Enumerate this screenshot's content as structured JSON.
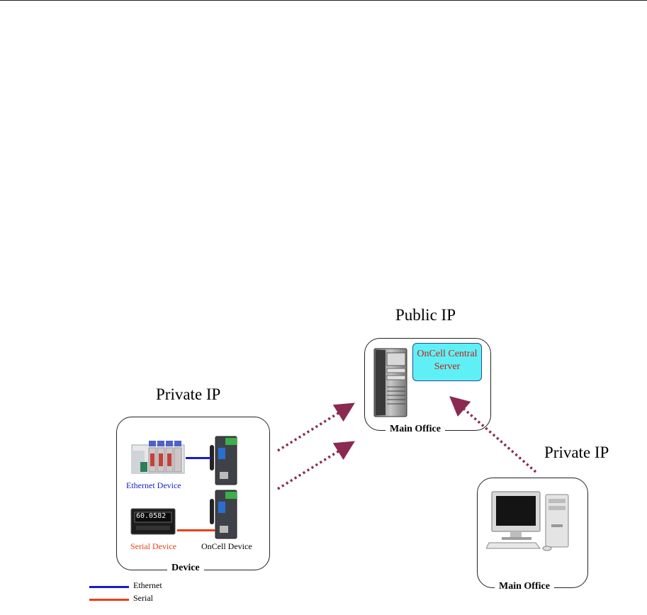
{
  "public_ip_label": "Public IP",
  "private_ip_left_label": "Private IP",
  "private_ip_right_label": "Private IP",
  "server": {
    "title_line1": "OnCell Central",
    "title_line2": "Server",
    "box_label": "Main Office"
  },
  "device_group": {
    "box_label": "Device",
    "ethernet_device": "Ethernet Device",
    "serial_device": "Serial Device",
    "oncell_device": "OnCell Device",
    "meter_display": "60.0582"
  },
  "client": {
    "box_label": "Main Office"
  },
  "legend": {
    "ethernet": "Ethernet",
    "serial": "Serial"
  },
  "colors": {
    "ethernet": "#1a1acc",
    "serial": "#e8401a",
    "arrow": "#8a2a52",
    "server_badge_bg": "#5ff0f5",
    "server_text": "#c0201a"
  }
}
